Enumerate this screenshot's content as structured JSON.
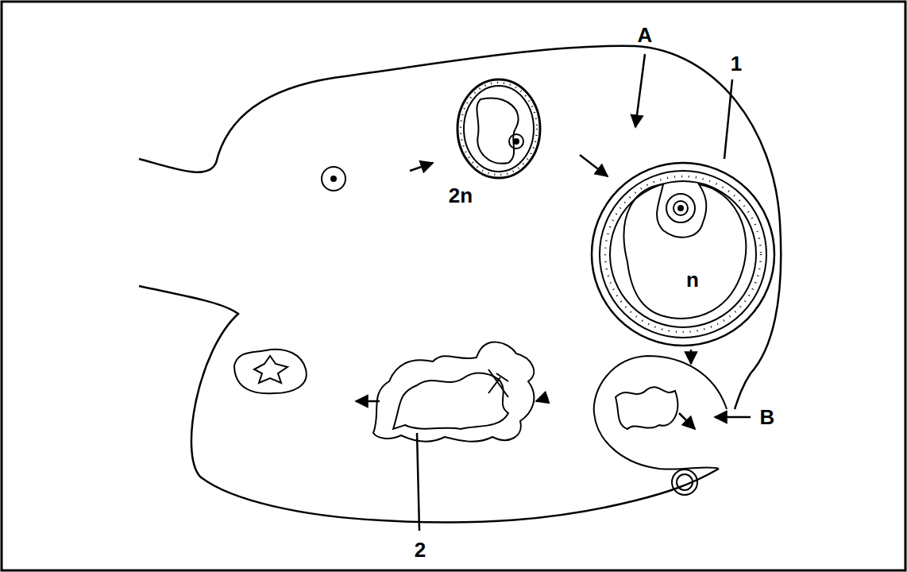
{
  "diagram": {
    "labels": [
      "A",
      "1",
      "2n",
      "n",
      "B",
      "2"
    ]
  }
}
